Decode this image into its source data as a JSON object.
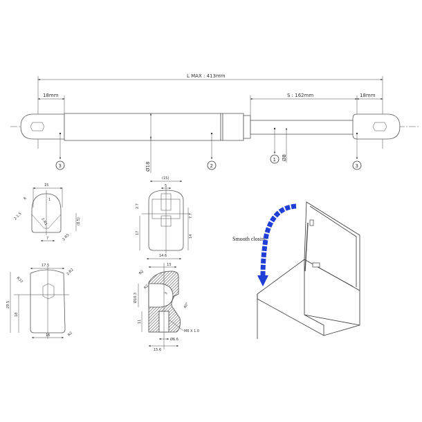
{
  "main_view": {
    "length_max": "L MAX : 413mm",
    "stroke": "S : 162mm",
    "left_end_length": "18mm",
    "right_end_length": "18mm",
    "body_diameter": "Ø18",
    "rod_diameter": "Ø8",
    "callouts": [
      "3",
      "2",
      "1",
      "3"
    ]
  },
  "detail_top_left": {
    "labels": [
      "15",
      "8",
      "2-1.5",
      "7",
      "2-R1",
      "2-R5",
      "(8.5)",
      "1"
    ]
  },
  "detail_bottom_left": {
    "labels": [
      "17.5",
      "2-R2",
      "R33",
      "29.5",
      "18",
      "16",
      "R2"
    ]
  },
  "detail_top_right": {
    "labels": [
      "(15)",
      "5",
      "2.7",
      "17",
      "7.7",
      "14"
    ]
  },
  "detail_bottom_right": {
    "labels": [
      "14.6",
      "13",
      "R2",
      "R2",
      "Ø10.3",
      "5",
      "11",
      "40°",
      "M6 X 1.0",
      "Ø6.6",
      "15.6"
    ]
  },
  "illustration": {
    "caption": "Smooth closing",
    "arrow_color": "#1f3fd6"
  }
}
